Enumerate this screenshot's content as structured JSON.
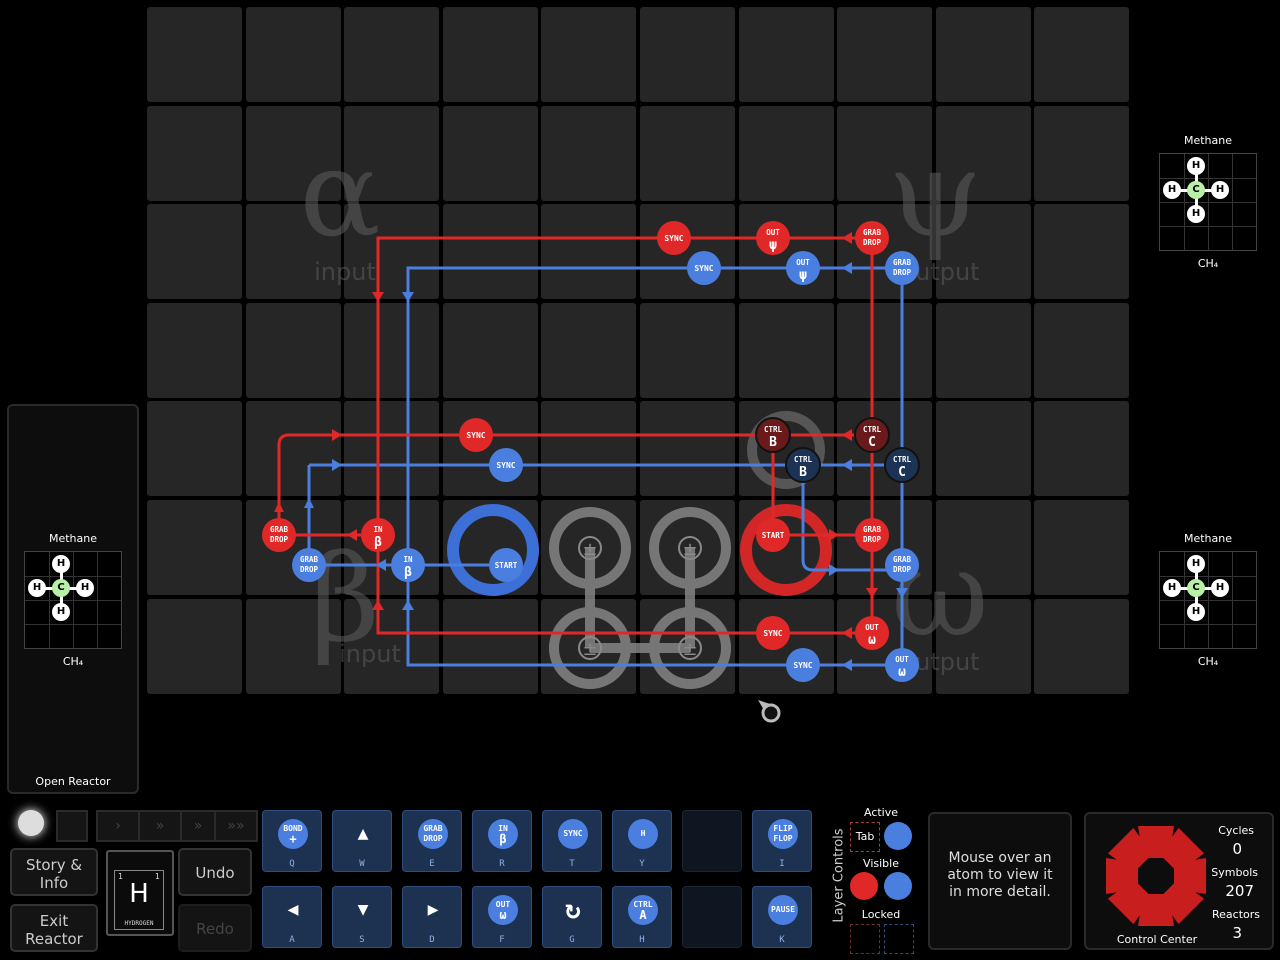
{
  "reactor": {
    "labels": {
      "alpha": "α",
      "alpha_sub": "input",
      "psi": "ψ",
      "psi_sub": "output",
      "beta": "β",
      "beta_sub": "input",
      "omega": "ω",
      "omega_sub": "output"
    },
    "colors": {
      "red": "#e02828",
      "blue": "#4a7fe0",
      "dark_red": "#6a1a1a",
      "dark_blue": "#1d3356",
      "cell": "#262626"
    },
    "red_instructions": [
      {
        "name": "sync-red-top",
        "text": "SYNC"
      },
      {
        "name": "out-psi-red",
        "text": "OUT",
        "sub": "ψ"
      },
      {
        "name": "grab-drop-red-top",
        "text": "GRAB",
        "sub": "DROP"
      },
      {
        "name": "sync-red-mid",
        "text": "SYNC"
      },
      {
        "name": "ctrl-b-red",
        "text": "CTRL",
        "sub": "B"
      },
      {
        "name": "ctrl-c-red",
        "text": "CTRL",
        "sub": "C"
      },
      {
        "name": "grab-drop-red-left",
        "text": "GRAB",
        "sub": "DROP"
      },
      {
        "name": "in-beta-red",
        "text": "IN",
        "sub": "β"
      },
      {
        "name": "start-red",
        "text": "START"
      },
      {
        "name": "grab-drop-red-right",
        "text": "GRAB",
        "sub": "DROP"
      },
      {
        "name": "sync-red-bottom",
        "text": "SYNC"
      },
      {
        "name": "out-omega-red",
        "text": "OUT",
        "sub": "ω"
      }
    ],
    "blue_instructions": [
      {
        "name": "sync-blue-top",
        "text": "SYNC"
      },
      {
        "name": "out-psi-blue",
        "text": "OUT",
        "sub": "ψ"
      },
      {
        "name": "grab-drop-blue-top",
        "text": "GRAB",
        "sub": "DROP"
      },
      {
        "name": "sync-blue-mid",
        "text": "SYNC"
      },
      {
        "name": "ctrl-b-blue",
        "text": "CTRL",
        "sub": "B"
      },
      {
        "name": "ctrl-c-blue",
        "text": "CTRL",
        "sub": "C"
      },
      {
        "name": "grab-drop-blue-left",
        "text": "GRAB",
        "sub": "DROP"
      },
      {
        "name": "in-beta-blue",
        "text": "IN",
        "sub": "β"
      },
      {
        "name": "start-blue",
        "text": "START"
      },
      {
        "name": "grab-drop-blue-right",
        "text": "GRAB",
        "sub": "DROP"
      },
      {
        "name": "sync-blue-bottom",
        "text": "SYNC"
      },
      {
        "name": "out-omega-blue",
        "text": "OUT",
        "sub": "ω"
      }
    ],
    "bonder_symbol": "±"
  },
  "left_panel": {
    "molecule_name": "Methane",
    "formula": "CH₄",
    "footer": "Open Reactor"
  },
  "right_top": {
    "molecule_name": "Methane",
    "formula": "CH₄"
  },
  "right_bottom": {
    "molecule_name": "Methane",
    "formula": "CH₄"
  },
  "atoms": {
    "hydrogen": "H",
    "carbon": "C"
  },
  "bottom": {
    "story_info": "Story & Info",
    "exit_reactor": "Exit Reactor",
    "undo": "Undo",
    "redo": "Redo",
    "element_symbol": "H",
    "element_name": "HYDROGEN",
    "element_num_left": "1",
    "element_num_right": "1",
    "palette": [
      {
        "name": "bond-plus",
        "top": "BOND",
        "sub": "+",
        "key": "Q"
      },
      {
        "name": "arrow-up",
        "top": "▲",
        "sub": "",
        "key": "W"
      },
      {
        "name": "grab-drop",
        "top": "GRAB",
        "sub": "DROP",
        "key": "E"
      },
      {
        "name": "in-beta",
        "top": "IN",
        "sub": "β",
        "key": "R"
      },
      {
        "name": "sync",
        "top": "SYNC",
        "sub": "",
        "key": "T"
      },
      {
        "name": "sense-h",
        "top": "H",
        "sub": "",
        "key": "Y"
      },
      {
        "name": "flip-flop",
        "top": "FLIP",
        "sub": "FLOP",
        "key": "I"
      },
      {
        "name": "arrow-left",
        "top": "◀",
        "sub": "",
        "key": "A"
      },
      {
        "name": "arrow-down",
        "top": "▼",
        "sub": "",
        "key": "S"
      },
      {
        "name": "arrow-right",
        "top": "▶",
        "sub": "",
        "key": "D"
      },
      {
        "name": "out-omega",
        "top": "OUT",
        "sub": "ω",
        "key": "F"
      },
      {
        "name": "rotate",
        "top": "↻",
        "sub": "",
        "key": "G"
      },
      {
        "name": "ctrl-a",
        "top": "CTRL",
        "sub": "A",
        "key": "H"
      },
      {
        "name": "pause",
        "top": "PAUSE",
        "sub": "",
        "key": "K"
      }
    ],
    "layer_controls": "Layer Controls",
    "active": "Active",
    "tab": "Tab",
    "visible": "Visible",
    "locked": "Locked",
    "info_text": "Mouse over an atom to view it in more detail.",
    "control_center": "Control Center",
    "cycles_label": "Cycles",
    "cycles": "0",
    "symbols_label": "Symbols",
    "symbols": "207",
    "reactors_label": "Reactors",
    "reactors": "3"
  }
}
